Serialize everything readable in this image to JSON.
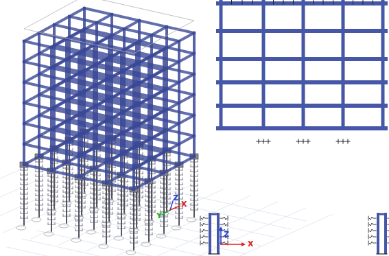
{
  "diagram": {
    "labels": [
      "Y",
      "Z",
      "X",
      "Z",
      "X"
    ]
  }
}
